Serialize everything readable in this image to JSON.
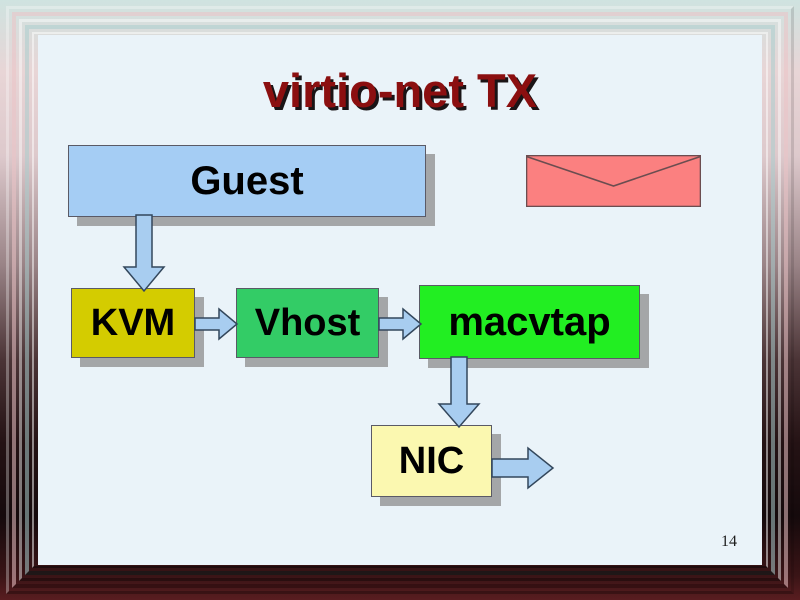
{
  "slide": {
    "title": "virtio-net TX",
    "page_number": "14",
    "title_color": "#8b0f10",
    "canvas_background": "#eaf3f9"
  },
  "nodes": [
    {
      "id": "guest",
      "label": "Guest",
      "color": "#a5cdf4"
    },
    {
      "id": "kvm",
      "label": "KVM",
      "color": "#d4cc00"
    },
    {
      "id": "vhost",
      "label": "Vhost",
      "color": "#33cc66"
    },
    {
      "id": "macvtap",
      "label": "macvtap",
      "color": "#22ee22"
    },
    {
      "id": "nic",
      "label": "NIC",
      "color": "#fbf8b0"
    }
  ],
  "shapes": {
    "envelope": {
      "name": "envelope",
      "fill": "#fb8080",
      "stroke": "#6b4d50"
    }
  },
  "arrows": {
    "fill": "#a8cdf0",
    "stroke": "#33475c",
    "connections": [
      {
        "from": "guest",
        "to": "kvm",
        "direction": "down"
      },
      {
        "from": "kvm",
        "to": "vhost",
        "direction": "right"
      },
      {
        "from": "vhost",
        "to": "macvtap",
        "direction": "right"
      },
      {
        "from": "macvtap",
        "to": "nic",
        "direction": "down"
      },
      {
        "from": "nic",
        "to": "network",
        "direction": "right"
      }
    ]
  }
}
